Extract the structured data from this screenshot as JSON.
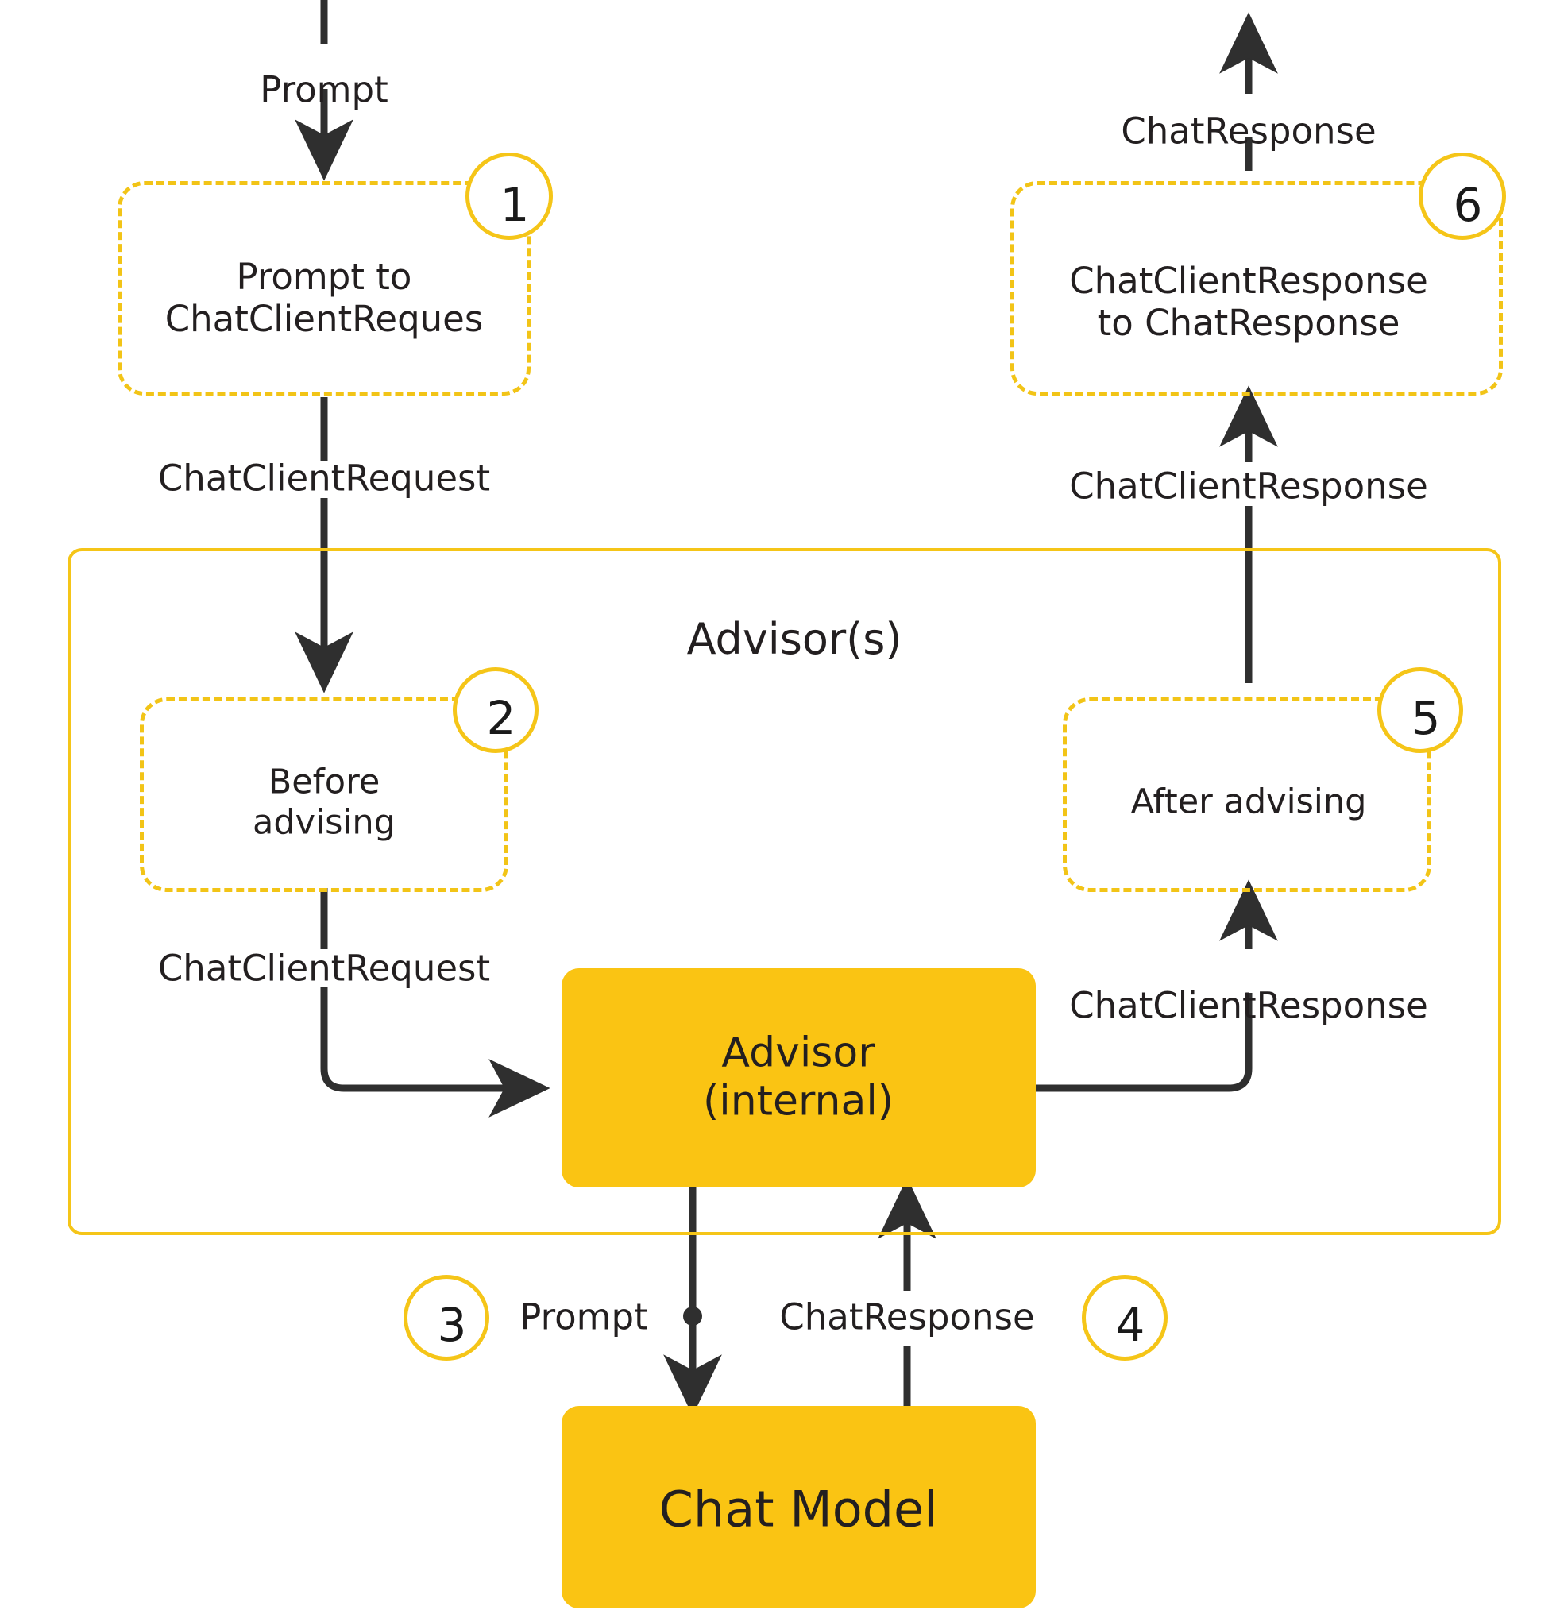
{
  "diagram": {
    "title": "Spring AI Advisor Chain Flow",
    "colors": {
      "accent_solid": "#FAC413",
      "accent_dashed": "#F2C417",
      "accent_border": "#F5C518",
      "arrow": "#2F2F2F",
      "text": "#231f20",
      "background": "#FFFFFF"
    },
    "group": {
      "label": "Advisor(s)"
    },
    "steps": [
      {
        "number": "1",
        "label": "Prompt to\nChatClientReques"
      },
      {
        "number": "2",
        "label": "Before\nadvising"
      },
      {
        "number": "3",
        "label": "Prompt"
      },
      {
        "number": "4",
        "label": "ChatResponse"
      },
      {
        "number": "5",
        "label": "After advising"
      },
      {
        "number": "6",
        "label": "ChatClientResponse\nto ChatResponse"
      }
    ],
    "nodes": {
      "advisor_internal": "Advisor\n(internal)",
      "chat_model": "Chat Model"
    },
    "edges": {
      "prompt_in": "Prompt",
      "chat_response_out": "ChatResponse",
      "chat_client_request_1": "ChatClientRequest",
      "chat_client_request_2": "ChatClientRequest",
      "chat_client_response_1": "ChatClientResponse",
      "chat_client_response_2": "ChatClientResponse",
      "prompt_to_model": "Prompt",
      "chat_response_from_model": "ChatResponse"
    }
  }
}
